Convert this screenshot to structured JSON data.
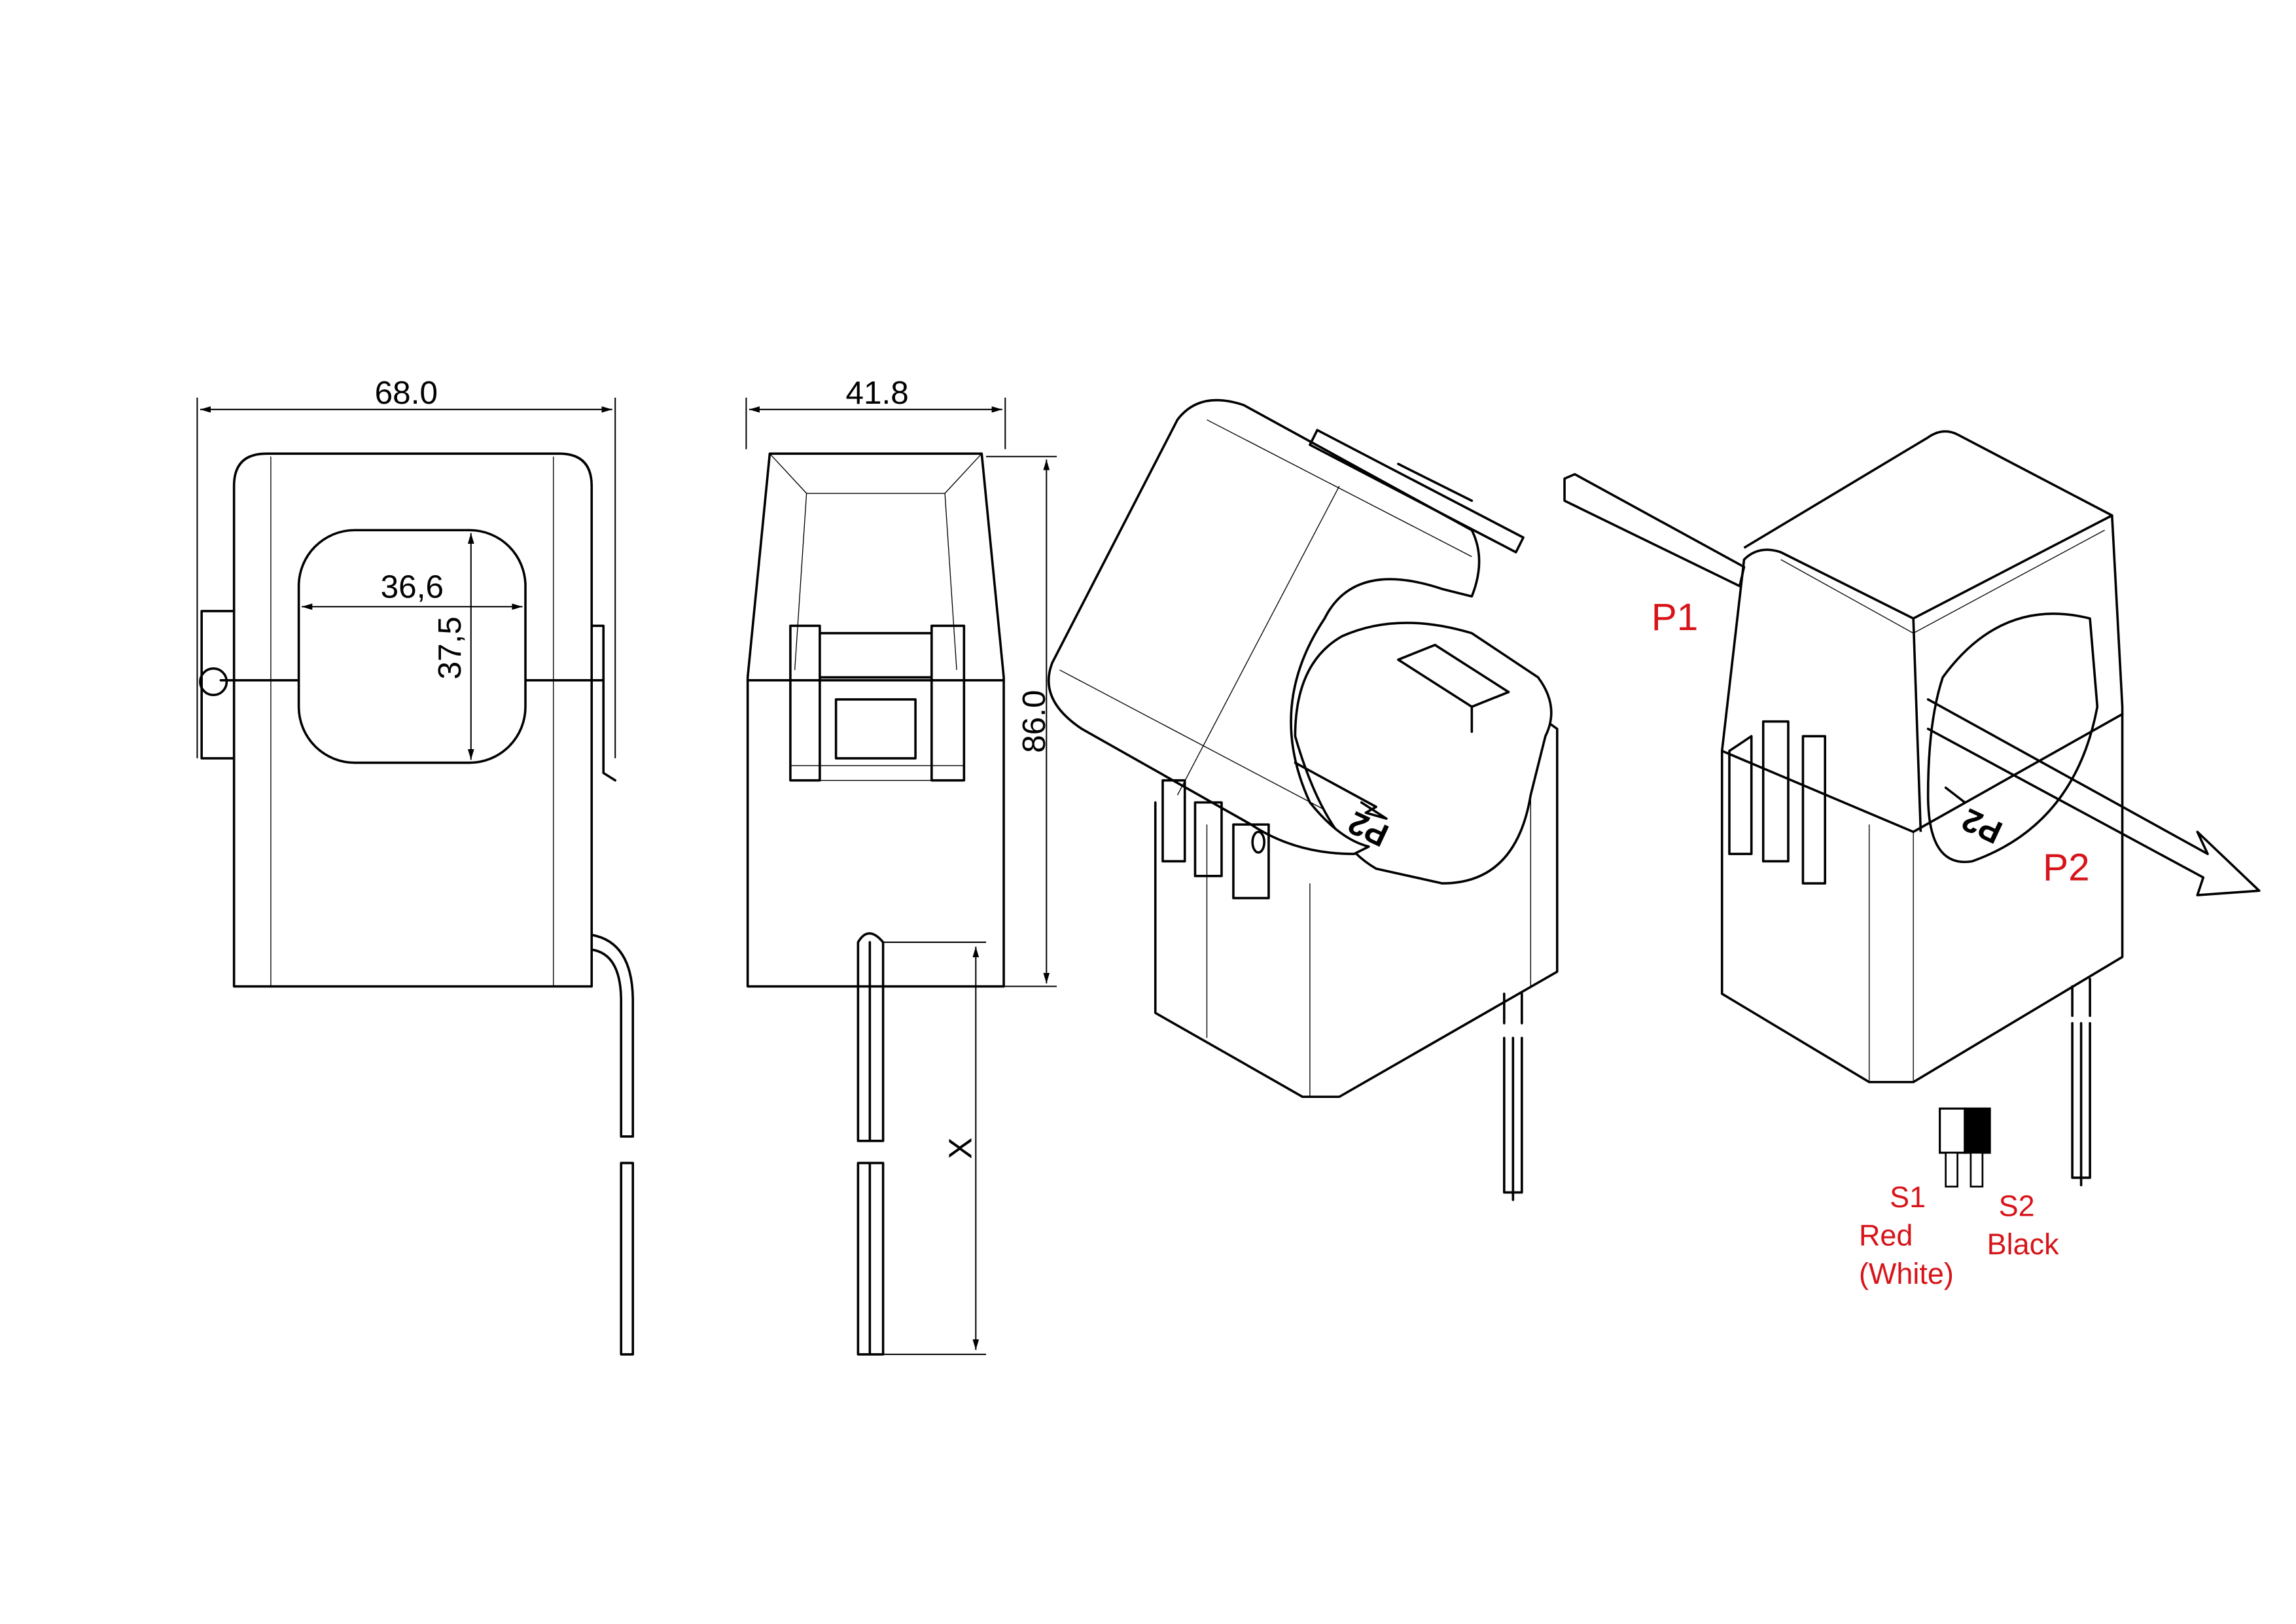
{
  "dimensions": {
    "front_width": "68.0",
    "side_width": "41.8",
    "window_width": "36,6",
    "window_height": "37,5",
    "overall_height": "86.0",
    "lead_length": "X"
  },
  "labels": {
    "p1": "P1",
    "p2": "P2",
    "p2_embossed": "P2",
    "s1": "S1",
    "s1_color": "Red",
    "s1_alt_color": "(White)",
    "s2": "S2",
    "s2_color": "Black"
  },
  "colors": {
    "annotation": "#d7141a",
    "line": "#000000"
  }
}
